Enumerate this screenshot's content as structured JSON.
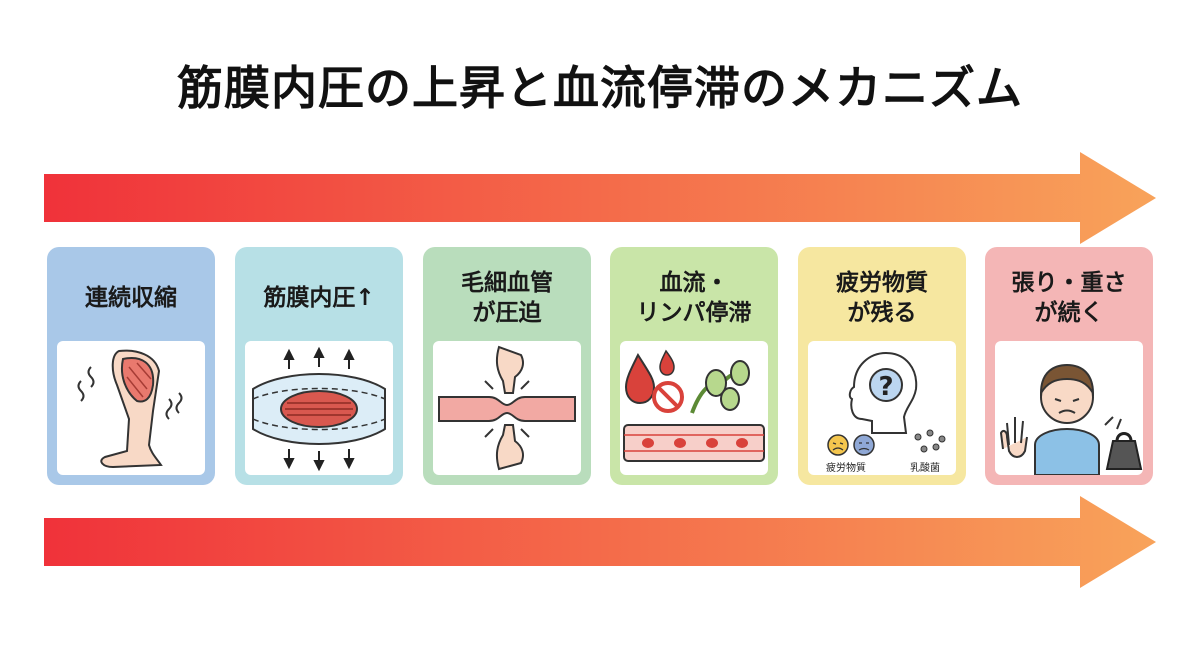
{
  "title": "筋膜内圧の上昇と血流停滞のメカニズム",
  "colors": {
    "arrow_start": "#f0323a",
    "arrow_end": "#f8a35a",
    "card_1": "#a9c8e8",
    "card_2": "#b7e0e6",
    "card_3": "#b9ddbc",
    "card_4": "#c9e5a8",
    "card_5": "#f6e7a0",
    "card_6": "#f4b6b6"
  },
  "steps": [
    {
      "label": "連続収縮",
      "icon": "leg-muscle-contraction-icon"
    },
    {
      "label": "筋膜内圧↑",
      "icon": "fascia-pressure-icon"
    },
    {
      "label": "毛細血管\nが圧迫",
      "icon": "capillary-compression-icon"
    },
    {
      "label": "血流・\nリンパ停滞",
      "icon": "blood-lymph-stagnation-icon"
    },
    {
      "label": "疲労物質\nが残る",
      "icon": "fatigue-substance-icon",
      "captions": [
        "疲労物質",
        "乳酸菌"
      ]
    },
    {
      "label": "張り・重さ\nが続く",
      "icon": "tired-person-weight-icon"
    }
  ]
}
